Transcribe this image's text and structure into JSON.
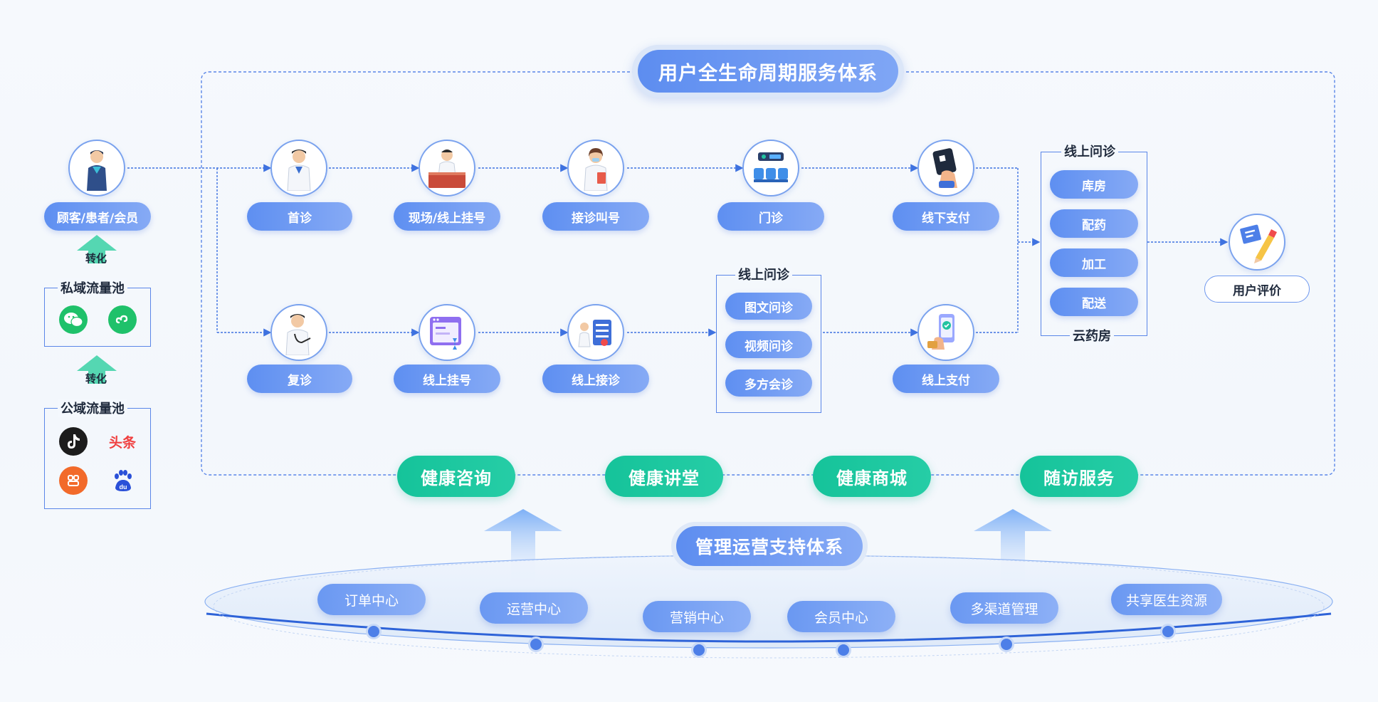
{
  "title": "用户全生命周期服务体系",
  "left": {
    "customer_label": "顾客/患者/会员",
    "convert_label_1": "转化",
    "convert_label_2": "转化",
    "private_pool": "私域流量池",
    "public_pool": "公域流量池",
    "toutiao_label": "头条"
  },
  "top_row": [
    "首诊",
    "现场/线上挂号",
    "接诊叫号",
    "门诊",
    "线下支付"
  ],
  "bottom_row": [
    "复诊",
    "线上挂号",
    "线上接诊",
    "线上支付"
  ],
  "online_consult": {
    "title": "线上问诊",
    "items": [
      "图文问诊",
      "视频问诊",
      "多方会诊"
    ]
  },
  "pharmacy": {
    "title": "线上问诊",
    "items": [
      "库房",
      "配药",
      "加工",
      "配送"
    ],
    "footer": "云药房"
  },
  "review": "用户评价",
  "services": [
    "健康咨询",
    "健康讲堂",
    "健康商城",
    "随访服务"
  ],
  "management": {
    "title": "管理运营支持体系",
    "centers": [
      "订单中心",
      "运营中心",
      "营销中心",
      "会员中心",
      "多渠道管理",
      "共享医生资源"
    ]
  }
}
